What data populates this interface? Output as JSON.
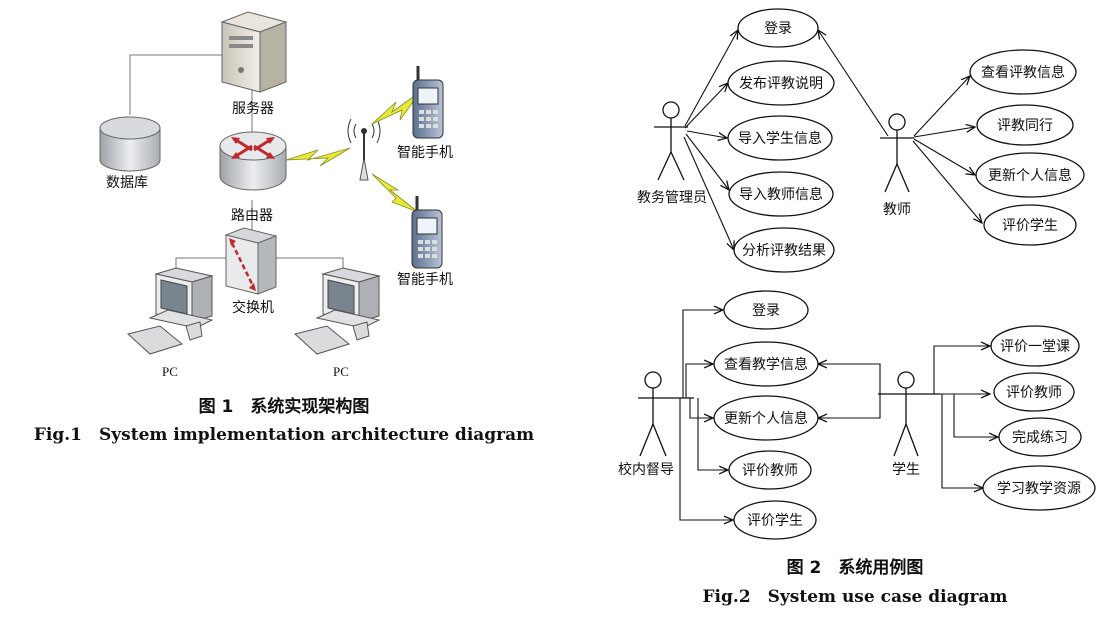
{
  "fig1": {
    "server": "服务器",
    "database": "数据库",
    "router": "路由器",
    "switch": "交换机",
    "phone_top": "智能手机",
    "phone_bottom": "智能手机",
    "pc_left": "PC",
    "pc_right": "PC",
    "caption_zh": "图 1　系统实现架构图",
    "caption_en": "Fig.1　System implementation architecture diagram"
  },
  "fig2": {
    "actor_admin": "教务管理员",
    "actor_teacher": "教师",
    "actor_supervisor": "校内督导",
    "actor_student": "学生",
    "admin_cases": [
      "登录",
      "发布评教说明",
      "导入学生信息",
      "导入教师信息",
      "分析评教结果"
    ],
    "teacher_cases": [
      "查看评教信息",
      "评教同行",
      "更新个人信息",
      "评价学生"
    ],
    "supervisor_cases": [
      "登录",
      "查看教学信息",
      "更新个人信息",
      "评价教师",
      "评价学生"
    ],
    "student_cases": [
      "评价一堂课",
      "评价教师",
      "完成练习",
      "学习教学资源"
    ],
    "caption_zh": "图 2　系统用例图",
    "caption_en": "Fig.2　System use case diagram"
  }
}
